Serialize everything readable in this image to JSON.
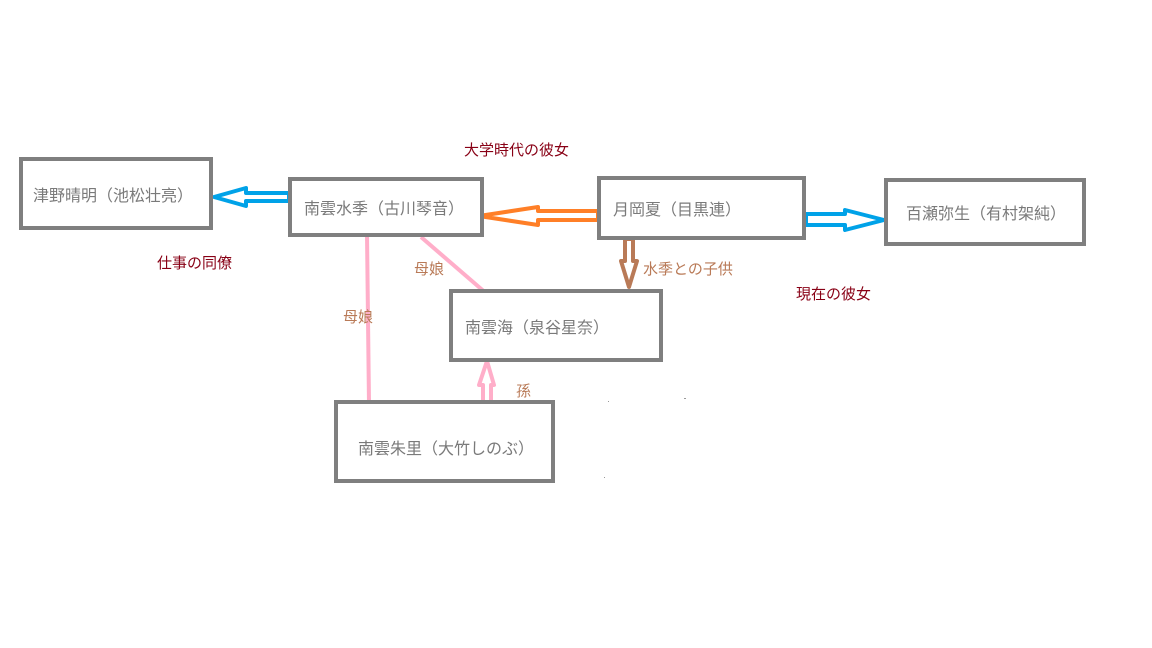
{
  "colors": {
    "box_border": "#7f7f7f",
    "box_text": "#7a7a7a",
    "relation_label_red": "#880015",
    "relation_label_brown": "#b97a57",
    "arrow_blue": "#00a2e8",
    "arrow_orange": "#ff7f27",
    "arrow_brown": "#b97a57",
    "line_pink": "#ffaec9"
  },
  "nodes": {
    "tsuno": "津野晴明（池松壮亮）",
    "minagumo_mizuki": "南雲水季（古川琴音）",
    "tsukioka": "月岡夏（目黒連）",
    "momose": "百瀬弥生（有村架純）",
    "minagumo_umi": "南雲海（泉谷星奈）",
    "minagumo_akari": "南雲朱里（大竹しのぶ）"
  },
  "labels": {
    "college_girlfriend": "大学時代の彼女",
    "coworker": "仕事の同僚",
    "current_girlfriend": "現在の彼女",
    "child_with_mizuki": "水季との子供",
    "mother_daughter_1": "母娘",
    "mother_daughter_2": "母娘",
    "grandchild": "孫"
  },
  "edges": [
    {
      "from": "minagumo_mizuki",
      "to": "tsuno",
      "style": "hollow-arrow",
      "color": "blue"
    },
    {
      "from": "tsukioka",
      "to": "minagumo_mizuki",
      "style": "hollow-arrow",
      "color": "orange",
      "label": "大学時代の彼女"
    },
    {
      "from": "tsukioka",
      "to": "momose",
      "style": "hollow-arrow",
      "color": "blue",
      "label": "現在の彼女"
    },
    {
      "from": "tsukioka",
      "to": "minagumo_umi",
      "style": "hollow-arrow",
      "color": "brown",
      "label": "水季との子供"
    },
    {
      "from": "minagumo_mizuki",
      "to": "minagumo_umi",
      "style": "line",
      "color": "pink",
      "label": "母娘"
    },
    {
      "from": "minagumo_mizuki",
      "to": "minagumo_akari",
      "style": "line",
      "color": "pink",
      "label": "母娘"
    },
    {
      "from": "minagumo_akari",
      "to": "minagumo_umi",
      "style": "hollow-arrow",
      "color": "pink",
      "label": "孫"
    }
  ]
}
